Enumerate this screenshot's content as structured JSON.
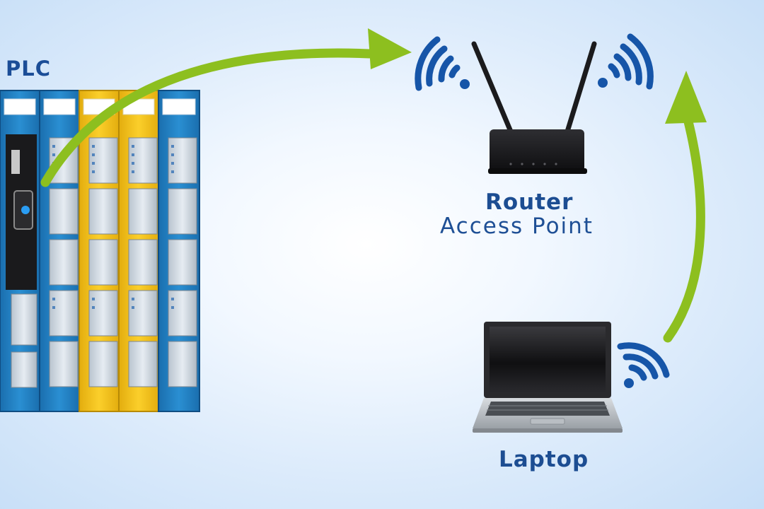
{
  "labels": {
    "plc": "PLC",
    "router": "Router",
    "access_point": "Access Point",
    "laptop": "Laptop"
  },
  "colors": {
    "arrow": "#8dbf1f",
    "wifi": "#1655a8",
    "plc_blue": "#1d7fc2",
    "plc_yellow": "#f5c21a",
    "device_dark": "#1d1d1f"
  },
  "icons": {
    "plc": "plc-rack-icon",
    "router": "router-icon",
    "laptop": "laptop-icon",
    "wifi": "wifi-signal-icon",
    "arrow": "curved-arrow-icon"
  }
}
